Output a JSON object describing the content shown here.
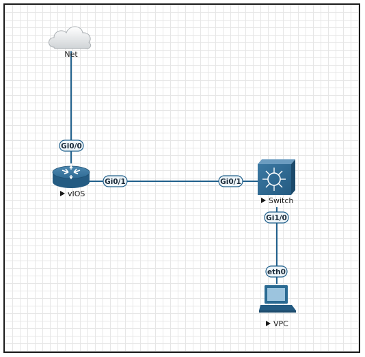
{
  "nodes": {
    "net": {
      "label": "Net",
      "icon": "cloud-icon"
    },
    "vios": {
      "label": "vIOS",
      "icon": "router-icon",
      "running": true
    },
    "switch": {
      "label": "Switch",
      "icon": "multilayer-switch-icon",
      "running": true
    },
    "vpc": {
      "label": "VPC",
      "icon": "pc-icon",
      "running": true
    }
  },
  "links": [
    {
      "from": "Net",
      "to": "vIOS",
      "ports": [
        "Gi0/0"
      ]
    },
    {
      "from": "vIOS",
      "to": "Switch",
      "ports": [
        "Gi0/1",
        "Gi0/1"
      ]
    },
    {
      "from": "Switch",
      "to": "VPC",
      "ports": [
        "Gi1/0",
        "eth0"
      ]
    }
  ],
  "colors": {
    "link": "#1f5f8b",
    "port_label_fill": "#eef5f9",
    "port_label_stroke": "#1f5f8b",
    "device_blue": "#2a6a92",
    "canvas_grid": "#e6e6e6"
  }
}
